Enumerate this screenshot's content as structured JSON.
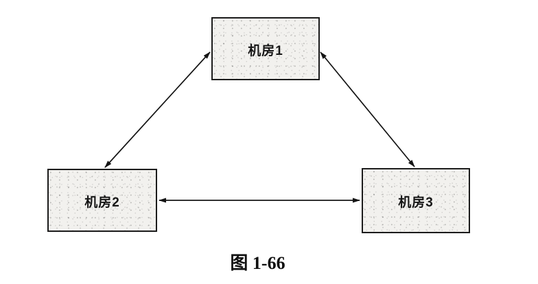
{
  "figure": {
    "caption": "图 1-66",
    "nodes": [
      {
        "id": "room1",
        "label": "机房1"
      },
      {
        "id": "room2",
        "label": "机房2"
      },
      {
        "id": "room3",
        "label": "机房3"
      }
    ],
    "edges": [
      {
        "from": "机房1",
        "to": "机房2",
        "bidirectional": true
      },
      {
        "from": "机房1",
        "to": "机房3",
        "bidirectional": true
      },
      {
        "from": "机房2",
        "to": "机房3",
        "bidirectional": true
      }
    ],
    "colors": {
      "background": "#ffffff",
      "box_fill": "#f2f1ee",
      "box_border": "#1b1b1b",
      "arrow": "#141414",
      "text": "#161616"
    }
  }
}
